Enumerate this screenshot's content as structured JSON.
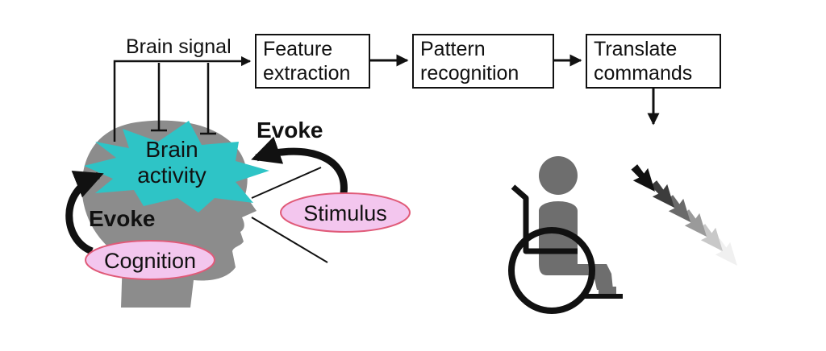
{
  "labels": {
    "brain_signal": "Brain signal",
    "evoke_top": "Evoke",
    "evoke_left": "Evoke",
    "brain_activity_line1": "Brain",
    "brain_activity_line2": "activity",
    "stimulus": "Stimulus",
    "cognition": "Cognition"
  },
  "steps": [
    {
      "line1": "Feature",
      "line2": "extraction"
    },
    {
      "line1": "Pattern",
      "line2": "recognition"
    },
    {
      "line1": "Translate",
      "line2": "commands"
    }
  ],
  "colors": {
    "head": "#8c8c8c",
    "burst": "#2ec4c6",
    "ellipse_fill": "#f3c6ee",
    "ellipse_stroke": "#e05a78",
    "figure": "#6e6e6e",
    "ink": "#111111"
  },
  "icons": {
    "head": "head-silhouette-icon",
    "burst": "starburst-icon",
    "wheelchair": "wheelchair-user-icon",
    "cursor": "mouse-cursor-trail-icon"
  }
}
